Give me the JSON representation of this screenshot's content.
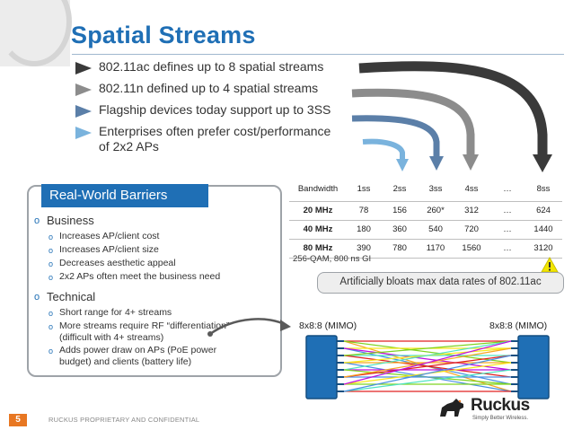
{
  "slide": {
    "title": "Spatial Streams",
    "bullets": [
      {
        "text": "802.11ac defines up to 8 spatial streams",
        "color": "#3a3a3a"
      },
      {
        "text": "802.11n defined up to 4 spatial streams",
        "color": "#8c8c8c"
      },
      {
        "text": "Flagship devices today support up to 3SS",
        "color": "#5b7fa8"
      },
      {
        "text": "Enterprises often prefer cost/performance",
        "color": "#7ab3dd"
      },
      {
        "text": "of 2x2 APs"
      }
    ]
  },
  "barriers": {
    "header": "Real-World Barriers",
    "business": {
      "title": "Business",
      "items": [
        "Increases AP/client cost",
        "Increases AP/client size",
        "Decreases aesthetic appeal",
        "2x2 APs often meet the business need"
      ]
    },
    "technical": {
      "title": "Technical",
      "items": [
        "Short range for 4+ streams",
        "More streams require RF “differentiation”",
        "(difficult with 4+ streams)",
        "Adds power draw on APs (PoE power",
        "budget) and clients (battery life)"
      ]
    }
  },
  "table": {
    "headers": [
      "Bandwidth",
      "1ss",
      "2ss",
      "3ss",
      "4ss",
      "…",
      "8ss"
    ],
    "rows": [
      [
        "20 MHz",
        "78",
        "156",
        "260*",
        "312",
        "…",
        "624"
      ],
      [
        "40 MHz",
        "180",
        "360",
        "540",
        "720",
        "…",
        "1440"
      ],
      [
        "80 MHz",
        "390",
        "780",
        "1170",
        "1560",
        "…",
        "3120"
      ]
    ],
    "note": "256-QAM, 800 ns GI"
  },
  "callout": "Artificially bloats max data rates of 802.11ac",
  "mimo": {
    "left_label": "8x8:8 (MIMO)",
    "right_label": "8x8:8 (MIMO)"
  },
  "footer": {
    "page_number": "5",
    "confidential": "RUCKUS PROPRIETARY AND CONFIDENTIAL",
    "logo_word": "Ruckus",
    "logo_tag": "Simply Better Wireless."
  },
  "colors": {
    "title": "#1f6fb5",
    "accent_orange": "#e87722",
    "panel_border": "#9ea3a8",
    "warning": "#f2e600"
  },
  "icons": [
    "bullet-arrow-icon",
    "warning-triangle-icon",
    "ruckus-dog-logo",
    "curved-arrow-icon"
  ]
}
